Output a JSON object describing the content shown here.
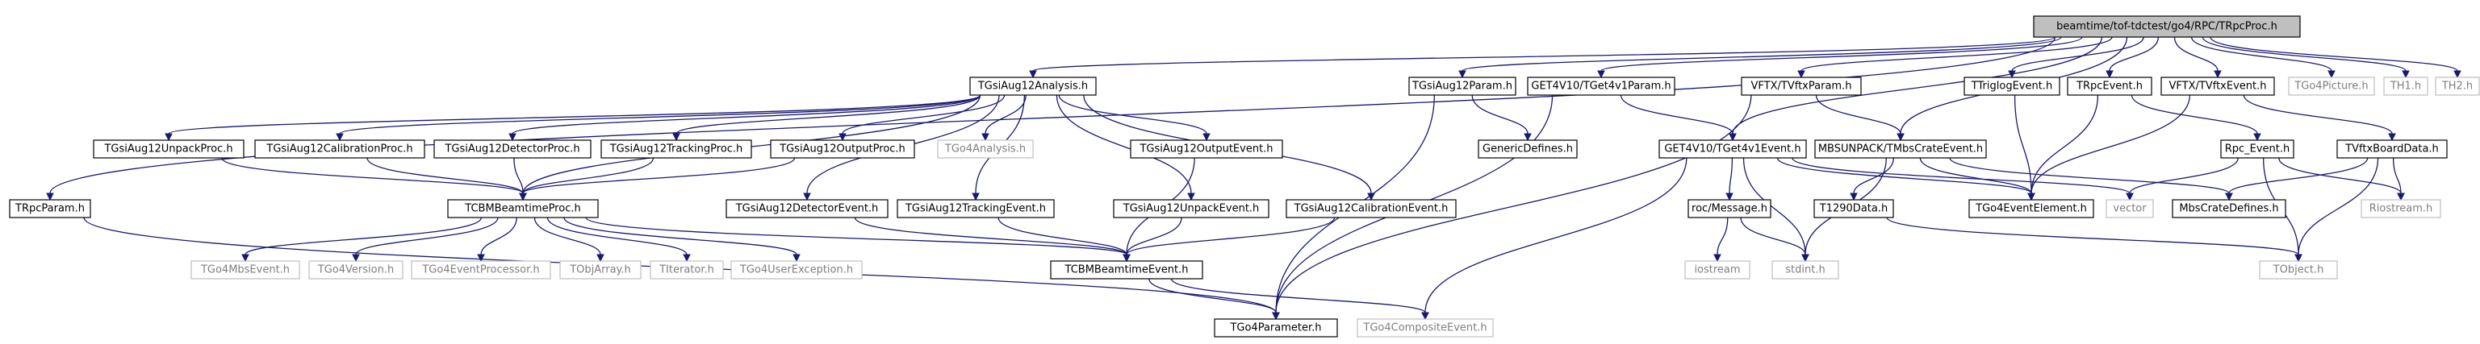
{
  "colors": {
    "edge": "#191970",
    "root_fill": "#bfbfbf",
    "external_text": "#7f7f7f",
    "external_border": "#bfbfbf"
  },
  "nodes": {
    "root": {
      "label": "beamtime/tof-tdctest/go4/RPC/TRpcProc.h",
      "kind": "root"
    },
    "analysis": {
      "label": "TGsiAug12Analysis.h",
      "kind": "internal"
    },
    "param": {
      "label": "TGsiAug12Param.h",
      "kind": "internal"
    },
    "get4param": {
      "label": "GET4V10/TGet4v1Param.h",
      "kind": "internal"
    },
    "vftxparam": {
      "label": "VFTX/TVftxParam.h",
      "kind": "internal"
    },
    "triglog": {
      "label": "TTriglogEvent.h",
      "kind": "internal"
    },
    "rpcevent": {
      "label": "TRpcEvent.h",
      "kind": "internal"
    },
    "vftxevent": {
      "label": "VFTX/TVftxEvent.h",
      "kind": "internal"
    },
    "picture": {
      "label": "TGo4Picture.h",
      "kind": "external"
    },
    "th1": {
      "label": "TH1.h",
      "kind": "external"
    },
    "th2": {
      "label": "TH2.h",
      "kind": "external"
    },
    "rpcparam": {
      "label": "TRpcParam.h",
      "kind": "internal"
    },
    "unpackproc": {
      "label": "TGsiAug12UnpackProc.h",
      "kind": "internal"
    },
    "calibproc": {
      "label": "TGsiAug12CalibrationProc.h",
      "kind": "internal"
    },
    "detproc": {
      "label": "TGsiAug12DetectorProc.h",
      "kind": "internal"
    },
    "trackproc": {
      "label": "TGsiAug12TrackingProc.h",
      "kind": "internal"
    },
    "outproc": {
      "label": "TGsiAug12OutputProc.h",
      "kind": "internal"
    },
    "go4analysis": {
      "label": "TGo4Analysis.h",
      "kind": "external"
    },
    "outevent": {
      "label": "TGsiAug12OutputEvent.h",
      "kind": "internal"
    },
    "generic": {
      "label": "GenericDefines.h",
      "kind": "internal"
    },
    "get4event": {
      "label": "GET4V10/TGet4v1Event.h",
      "kind": "internal"
    },
    "mbscrate": {
      "label": "MBSUNPACK/TMbsCrateEvent.h",
      "kind": "internal"
    },
    "rpcevt": {
      "label": "Rpc_Event.h",
      "kind": "internal"
    },
    "vftxboard": {
      "label": "TVftxBoardData.h",
      "kind": "internal"
    },
    "beamproc": {
      "label": "TCBMBeamtimeProc.h",
      "kind": "internal"
    },
    "detevent": {
      "label": "TGsiAug12DetectorEvent.h",
      "kind": "internal"
    },
    "trackevent": {
      "label": "TGsiAug12TrackingEvent.h",
      "kind": "internal"
    },
    "unpackevent": {
      "label": "TGsiAug12UnpackEvent.h",
      "kind": "internal"
    },
    "calibevent": {
      "label": "TGsiAug12CalibrationEvent.h",
      "kind": "internal"
    },
    "rocmsg": {
      "label": "roc/Message.h",
      "kind": "internal"
    },
    "go4element": {
      "label": "TGo4EventElement.h",
      "kind": "internal"
    },
    "vector": {
      "label": "vector",
      "kind": "external"
    },
    "mbscratedef": {
      "label": "MbsCrateDefines.h",
      "kind": "internal"
    },
    "riostream": {
      "label": "Riostream.h",
      "kind": "external"
    },
    "t1290": {
      "label": "T1290Data.h",
      "kind": "internal"
    },
    "mbsevent": {
      "label": "TGo4MbsEvent.h",
      "kind": "external"
    },
    "version": {
      "label": "TGo4Version.h",
      "kind": "external"
    },
    "eventproc": {
      "label": "TGo4EventProcessor.h",
      "kind": "external"
    },
    "tobjarray": {
      "label": "TObjArray.h",
      "kind": "external"
    },
    "titerator": {
      "label": "TIterator.h",
      "kind": "external"
    },
    "userexc": {
      "label": "TGo4UserException.h",
      "kind": "external"
    },
    "beamevent": {
      "label": "TCBMBeamtimeEvent.h",
      "kind": "internal"
    },
    "iostream": {
      "label": "iostream",
      "kind": "external"
    },
    "stdint": {
      "label": "stdint.h",
      "kind": "external"
    },
    "tobject": {
      "label": "TObject.h",
      "kind": "external"
    },
    "go4parameter": {
      "label": "TGo4Parameter.h",
      "kind": "internal"
    },
    "composite": {
      "label": "TGo4CompositeEvent.h",
      "kind": "external"
    }
  },
  "edges": [
    [
      "root",
      "analysis"
    ],
    [
      "root",
      "param"
    ],
    [
      "root",
      "get4param"
    ],
    [
      "root",
      "vftxparam"
    ],
    [
      "root",
      "triglog"
    ],
    [
      "root",
      "rpcevent"
    ],
    [
      "root",
      "vftxevent"
    ],
    [
      "root",
      "picture"
    ],
    [
      "root",
      "th1"
    ],
    [
      "root",
      "th2"
    ],
    [
      "root",
      "rpcparam"
    ],
    [
      "root",
      "get4event"
    ],
    [
      "root",
      "mbscrate"
    ],
    [
      "analysis",
      "unpackproc"
    ],
    [
      "analysis",
      "calibproc"
    ],
    [
      "analysis",
      "detproc"
    ],
    [
      "analysis",
      "trackproc"
    ],
    [
      "analysis",
      "outproc"
    ],
    [
      "analysis",
      "go4analysis"
    ],
    [
      "analysis",
      "outevent"
    ],
    [
      "analysis",
      "beamproc"
    ],
    [
      "analysis",
      "detevent"
    ],
    [
      "analysis",
      "trackevent"
    ],
    [
      "analysis",
      "unpackevent"
    ],
    [
      "analysis",
      "calibevent"
    ],
    [
      "unpackproc",
      "beamproc"
    ],
    [
      "calibproc",
      "beamproc"
    ],
    [
      "detproc",
      "beamproc"
    ],
    [
      "trackproc",
      "beamproc"
    ],
    [
      "outproc",
      "beamproc"
    ],
    [
      "beamproc",
      "mbsevent"
    ],
    [
      "beamproc",
      "version"
    ],
    [
      "beamproc",
      "eventproc"
    ],
    [
      "beamproc",
      "tobjarray"
    ],
    [
      "beamproc",
      "titerator"
    ],
    [
      "beamproc",
      "userexc"
    ],
    [
      "beamproc",
      "beamevent"
    ],
    [
      "detevent",
      "beamevent"
    ],
    [
      "trackevent",
      "beamevent"
    ],
    [
      "unpackevent",
      "beamevent"
    ],
    [
      "calibevent",
      "beamevent"
    ],
    [
      "outevent",
      "beamevent"
    ],
    [
      "beamevent",
      "go4parameter"
    ],
    [
      "beamevent",
      "composite"
    ],
    [
      "rpcparam",
      "go4parameter"
    ],
    [
      "param",
      "generic"
    ],
    [
      "param",
      "go4parameter"
    ],
    [
      "get4param",
      "get4event"
    ],
    [
      "get4param",
      "go4parameter"
    ],
    [
      "vftxparam",
      "mbscrate"
    ],
    [
      "vftxparam",
      "go4parameter"
    ],
    [
      "get4event",
      "rocmsg"
    ],
    [
      "get4event",
      "go4element"
    ],
    [
      "get4event",
      "vector"
    ],
    [
      "get4event",
      "stdint"
    ],
    [
      "get4event",
      "composite"
    ],
    [
      "rocmsg",
      "iostream"
    ],
    [
      "rocmsg",
      "stdint"
    ],
    [
      "mbscrate",
      "t1290"
    ],
    [
      "mbscrate",
      "go4element"
    ],
    [
      "mbscrate",
      "mbscratedef"
    ],
    [
      "mbscrate",
      "stdint"
    ],
    [
      "t1290",
      "tobject"
    ],
    [
      "triglog",
      "go4element"
    ],
    [
      "rpcevent",
      "rpcevt"
    ],
    [
      "rpcevent",
      "go4element"
    ],
    [
      "rpcevt",
      "vector"
    ],
    [
      "rpcevt",
      "tobject"
    ],
    [
      "rpcevt",
      "riostream"
    ],
    [
      "vftxevent",
      "vftxboard"
    ],
    [
      "vftxevent",
      "go4element"
    ],
    [
      "vftxboard",
      "mbscratedef"
    ],
    [
      "vftxboard",
      "riostream"
    ],
    [
      "vftxboard",
      "tobject"
    ]
  ]
}
